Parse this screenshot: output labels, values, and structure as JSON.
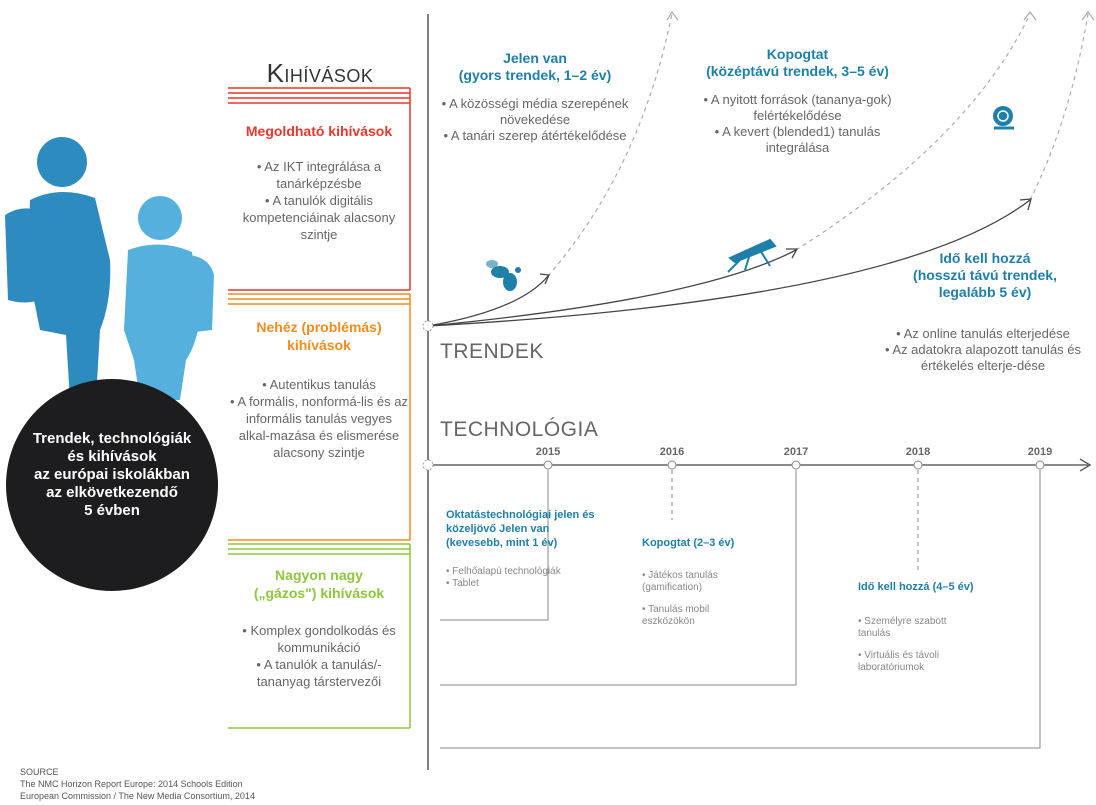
{
  "challenges": {
    "title": "Kihívások",
    "solvable": {
      "title": "Megoldható kihívások",
      "items": [
        "• Az IKT integrálása a tanárképzésbe",
        "• A tanulók digitális kompetenciáinak alacsony szintje"
      ]
    },
    "difficult": {
      "title_l1": "Nehéz (problémás)",
      "title_l2": "kihívások",
      "items": [
        "• Autentikus tanulás",
        "• A formális, nonformá-lis és az informális tanulás vegyes alkal-mazása és elismerése alacsony szintje"
      ]
    },
    "wicked": {
      "title_l1": "Nagyon nagy",
      "title_l2": "(„gázos\") kihívások",
      "items": [
        "• Komplex gondolkodás és kommunikáció",
        "• A tanulók a tanulás/-tananyag társtervezői"
      ]
    }
  },
  "trends": {
    "label": "TRENDEK",
    "short": {
      "title_l1": "Jelen van",
      "title_l2": "(gyors trendek, 1–2 év)",
      "items": [
        "• A közösségi média szerepének növekedése",
        "• A tanári szerep átértékelődése"
      ]
    },
    "mid": {
      "title_l1": "Kopogtat",
      "title_l2": "(középtávú trendek, 3–5 év)",
      "items": [
        "• A nyitott források (tananya-gok) felértékelődése",
        "• A kevert (blended1) tanulás integrálása"
      ]
    },
    "long": {
      "title_l1": "Idő kell hozzá",
      "title_l2": "(hosszú távú trendek,",
      "title_l3": "legalább 5 év)",
      "items": [
        "• Az online tanulás elterjedése",
        "• Az adatokra alapozott tanulás és értékelés elterje-dése"
      ]
    }
  },
  "technology": {
    "label": "TECHNOLÓGIA",
    "years": [
      "2015",
      "2016",
      "2017",
      "2018",
      "2019"
    ],
    "near": {
      "title": "Oktatástechnológiai jelen és közeljövő Jelen van (kevesebb, mint 1 év)",
      "items": [
        "• Felhőalapú technológiák",
        "• Tablet"
      ]
    },
    "mid": {
      "title": "Kopogtat (2–3 év)",
      "items": [
        "• Játékos tanulás (gamification)",
        "• Tanulás mobil eszközökön"
      ]
    },
    "far": {
      "title": "Idő kell hozzá (4–5 év)",
      "items": [
        "• Személyre szabott tanulás",
        "• Virtuális és távoli laboratóriumok"
      ]
    }
  },
  "circle": {
    "lines": [
      "Trendek, technológiák",
      "és kihívások",
      "az európai iskolákban",
      "az elkövetkezendő",
      "5 évben"
    ]
  },
  "source": {
    "label": "SOURCE",
    "line1": "The NMC Horizon Report Europe: 2014 Schools Edition",
    "line2": "European Commission / The New Media Consortium, 2014"
  },
  "colors": {
    "red": "#e8372c",
    "orange": "#f28c1e",
    "green": "#8dc63f",
    "blue": "#1e7fa8",
    "silhouette": "#2e8bc0",
    "circle": "#1d1d1f"
  }
}
